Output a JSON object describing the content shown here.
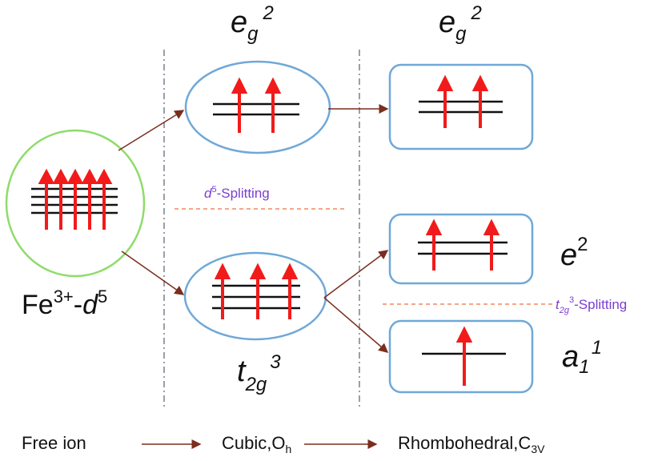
{
  "labels": {
    "eg_cubic": {
      "base": "e",
      "sub": "g",
      "sup": "2"
    },
    "eg_rhombo": {
      "base": "e",
      "sub": "g",
      "sup": "2"
    },
    "t2g": {
      "base": "t",
      "sub": "2g",
      "sup": "3"
    },
    "free_ion": {
      "symbol": "Fe",
      "charge": "3+",
      "dash": "-",
      "config": "d",
      "config_sup": "5"
    },
    "e_level": {
      "base": "e",
      "sup": "2"
    },
    "a1_level": {
      "base": "a",
      "sub": "1",
      "sup": "1"
    }
  },
  "splitting": {
    "d5": {
      "prefix": "d",
      "sup": "5",
      "suffix": "-Splitting"
    },
    "t2g": {
      "prefix": "t",
      "sub": "2g",
      "sup": "3",
      "suffix": "-Splitting"
    }
  },
  "bottom_row": {
    "free_ion": "Free ion",
    "cubic": {
      "text": "Cubic,O",
      "sub": "h"
    },
    "rhombohedral": {
      "text": "Rhombohedral,C",
      "sub": "3V"
    }
  },
  "colors": {
    "spin_arrow": "#f21b1b",
    "level_line": "#111111",
    "connector": "#7b2d1e",
    "ellipse_border": "#6fa8d8",
    "free_ion_border": "#8fdc6a",
    "split_text": "#7a3fd0",
    "split_line": "#f08a5d",
    "divider": "#556070"
  },
  "electron_counts": {
    "free_ion": 5,
    "eg": 2,
    "t2g": 3,
    "e": 2,
    "a1": 1
  }
}
